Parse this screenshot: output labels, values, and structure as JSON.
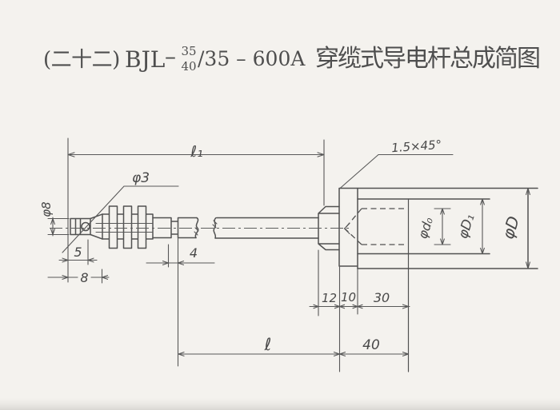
{
  "colors": {
    "paper": "#f4f2ee",
    "ink": "#515151"
  },
  "title": {
    "seq_cn": "(二十二)",
    "model": "BJL",
    "sep": "–",
    "fraction_top": "35",
    "fraction_bottom": "40",
    "rest": "/35 – 600A",
    "name_cn": "穿缆式导电杆总成简图",
    "full_text": "(二十二)BJL–35/40/35–600A 穿缆式导电杆总成简图"
  },
  "dims": {
    "overall_length": "ℓ₁",
    "hole_diameter": "φ3",
    "tip_diameter": "φ8",
    "tip_length": "5",
    "front_section_length": "8",
    "groove_width": "4",
    "chamfer": "1.5×45°",
    "hex_length": "12",
    "flange_thickness": "10",
    "socket_depth": "30",
    "rod_length": "ℓ",
    "head_length": "40",
    "bore_diameter": "φd₀",
    "socket_inner_diameter": "φD₁",
    "body_outer_diameter": "φD"
  }
}
